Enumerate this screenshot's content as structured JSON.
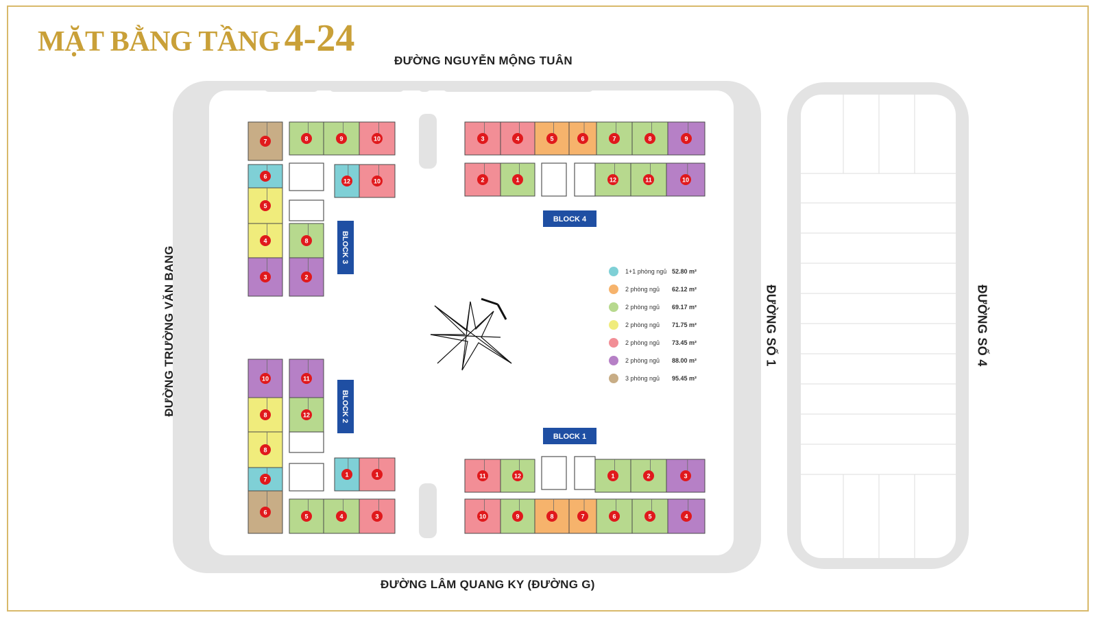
{
  "title": {
    "main": "MẶT BẰNG TẦNG",
    "floors": "4-24"
  },
  "roads": {
    "top": "ĐƯỜNG NGUYỄN MỘNG TUÂN",
    "bottom": "ĐƯỜNG LÂM QUANG KY (ĐƯỜNG G)",
    "left": "ĐƯỜNG TRƯỜNG VĂN BANG",
    "right_1": "ĐƯỜNG SỐ 1",
    "right_2": "ĐƯỜNG SỐ 4"
  },
  "blocks": {
    "block_1": "BLOCK 1",
    "block_2": "BLOCK 2",
    "block_3": "BLOCK 3",
    "block_4": "BLOCK 4"
  },
  "legend": [
    {
      "name": "1+1 phòng ngủ",
      "area": "52.80 m²",
      "color": "#7fd0d6",
      "key": "t52"
    },
    {
      "name": "2 phòng ngủ",
      "area": "62.12 m²",
      "color": "#f6b36c",
      "key": "t62"
    },
    {
      "name": "2 phòng ngủ",
      "area": "69.17 m²",
      "color": "#b7d98e",
      "key": "t69"
    },
    {
      "name": "2 phòng ngủ",
      "area": "71.75 m²",
      "color": "#f0ec7c",
      "key": "t71"
    },
    {
      "name": "2 phòng ngủ",
      "area": "73.45 m²",
      "color": "#f28e96",
      "key": "t73"
    },
    {
      "name": "2 phòng ngủ",
      "area": "88.00 m²",
      "color": "#b680c6",
      "key": "t88"
    },
    {
      "name": "3 phòng ngủ",
      "area": "95.45 m²",
      "color": "#c8ad86",
      "key": "t95"
    }
  ],
  "units": {
    "block_4": [
      {
        "num": "3",
        "type": "t73"
      },
      {
        "num": "4",
        "type": "t73"
      },
      {
        "num": "5",
        "type": "t62"
      },
      {
        "num": "6",
        "type": "t62"
      },
      {
        "num": "7",
        "type": "t69"
      },
      {
        "num": "8",
        "type": "t69"
      },
      {
        "num": "9",
        "type": "t88"
      },
      {
        "num": "2",
        "type": "t73"
      },
      {
        "num": "1",
        "type": "t69"
      },
      {
        "num": "12",
        "type": "t69"
      },
      {
        "num": "11",
        "type": "t69"
      },
      {
        "num": "10",
        "type": "t88"
      }
    ],
    "block_3": [
      {
        "num": "7",
        "type": "t95"
      },
      {
        "num": "8",
        "type": "t69"
      },
      {
        "num": "9",
        "type": "t69"
      },
      {
        "num": "10",
        "type": "t73"
      },
      {
        "num": "6",
        "type": "t52"
      },
      {
        "num": "12",
        "type": "t52"
      },
      {
        "num": "10",
        "type": "t73"
      },
      {
        "num": "5",
        "type": "t71"
      },
      {
        "num": "4",
        "type": "t71"
      },
      {
        "num": "8",
        "type": "t69"
      },
      {
        "num": "3",
        "type": "t88"
      },
      {
        "num": "2",
        "type": "t88"
      }
    ],
    "block_2": [
      {
        "num": "10",
        "type": "t88"
      },
      {
        "num": "11",
        "type": "t88"
      },
      {
        "num": "8",
        "type": "t71"
      },
      {
        "num": "12",
        "type": "t69"
      },
      {
        "num": "8",
        "type": "t71"
      },
      {
        "num": "7",
        "type": "t52"
      },
      {
        "num": "1",
        "type": "t52"
      },
      {
        "num": "1",
        "type": "t73"
      },
      {
        "num": "6",
        "type": "t95"
      },
      {
        "num": "5",
        "type": "t69"
      },
      {
        "num": "4",
        "type": "t69"
      },
      {
        "num": "3",
        "type": "t73"
      }
    ],
    "block_1": [
      {
        "num": "11",
        "type": "t73"
      },
      {
        "num": "12",
        "type": "t69"
      },
      {
        "num": "1",
        "type": "t69"
      },
      {
        "num": "2",
        "type": "t69"
      },
      {
        "num": "3",
        "type": "t88"
      },
      {
        "num": "10",
        "type": "t73"
      },
      {
        "num": "9",
        "type": "t69"
      },
      {
        "num": "8",
        "type": "t62"
      },
      {
        "num": "7",
        "type": "t62"
      },
      {
        "num": "6",
        "type": "t69"
      },
      {
        "num": "5",
        "type": "t69"
      },
      {
        "num": "4",
        "type": "t88"
      }
    ]
  }
}
